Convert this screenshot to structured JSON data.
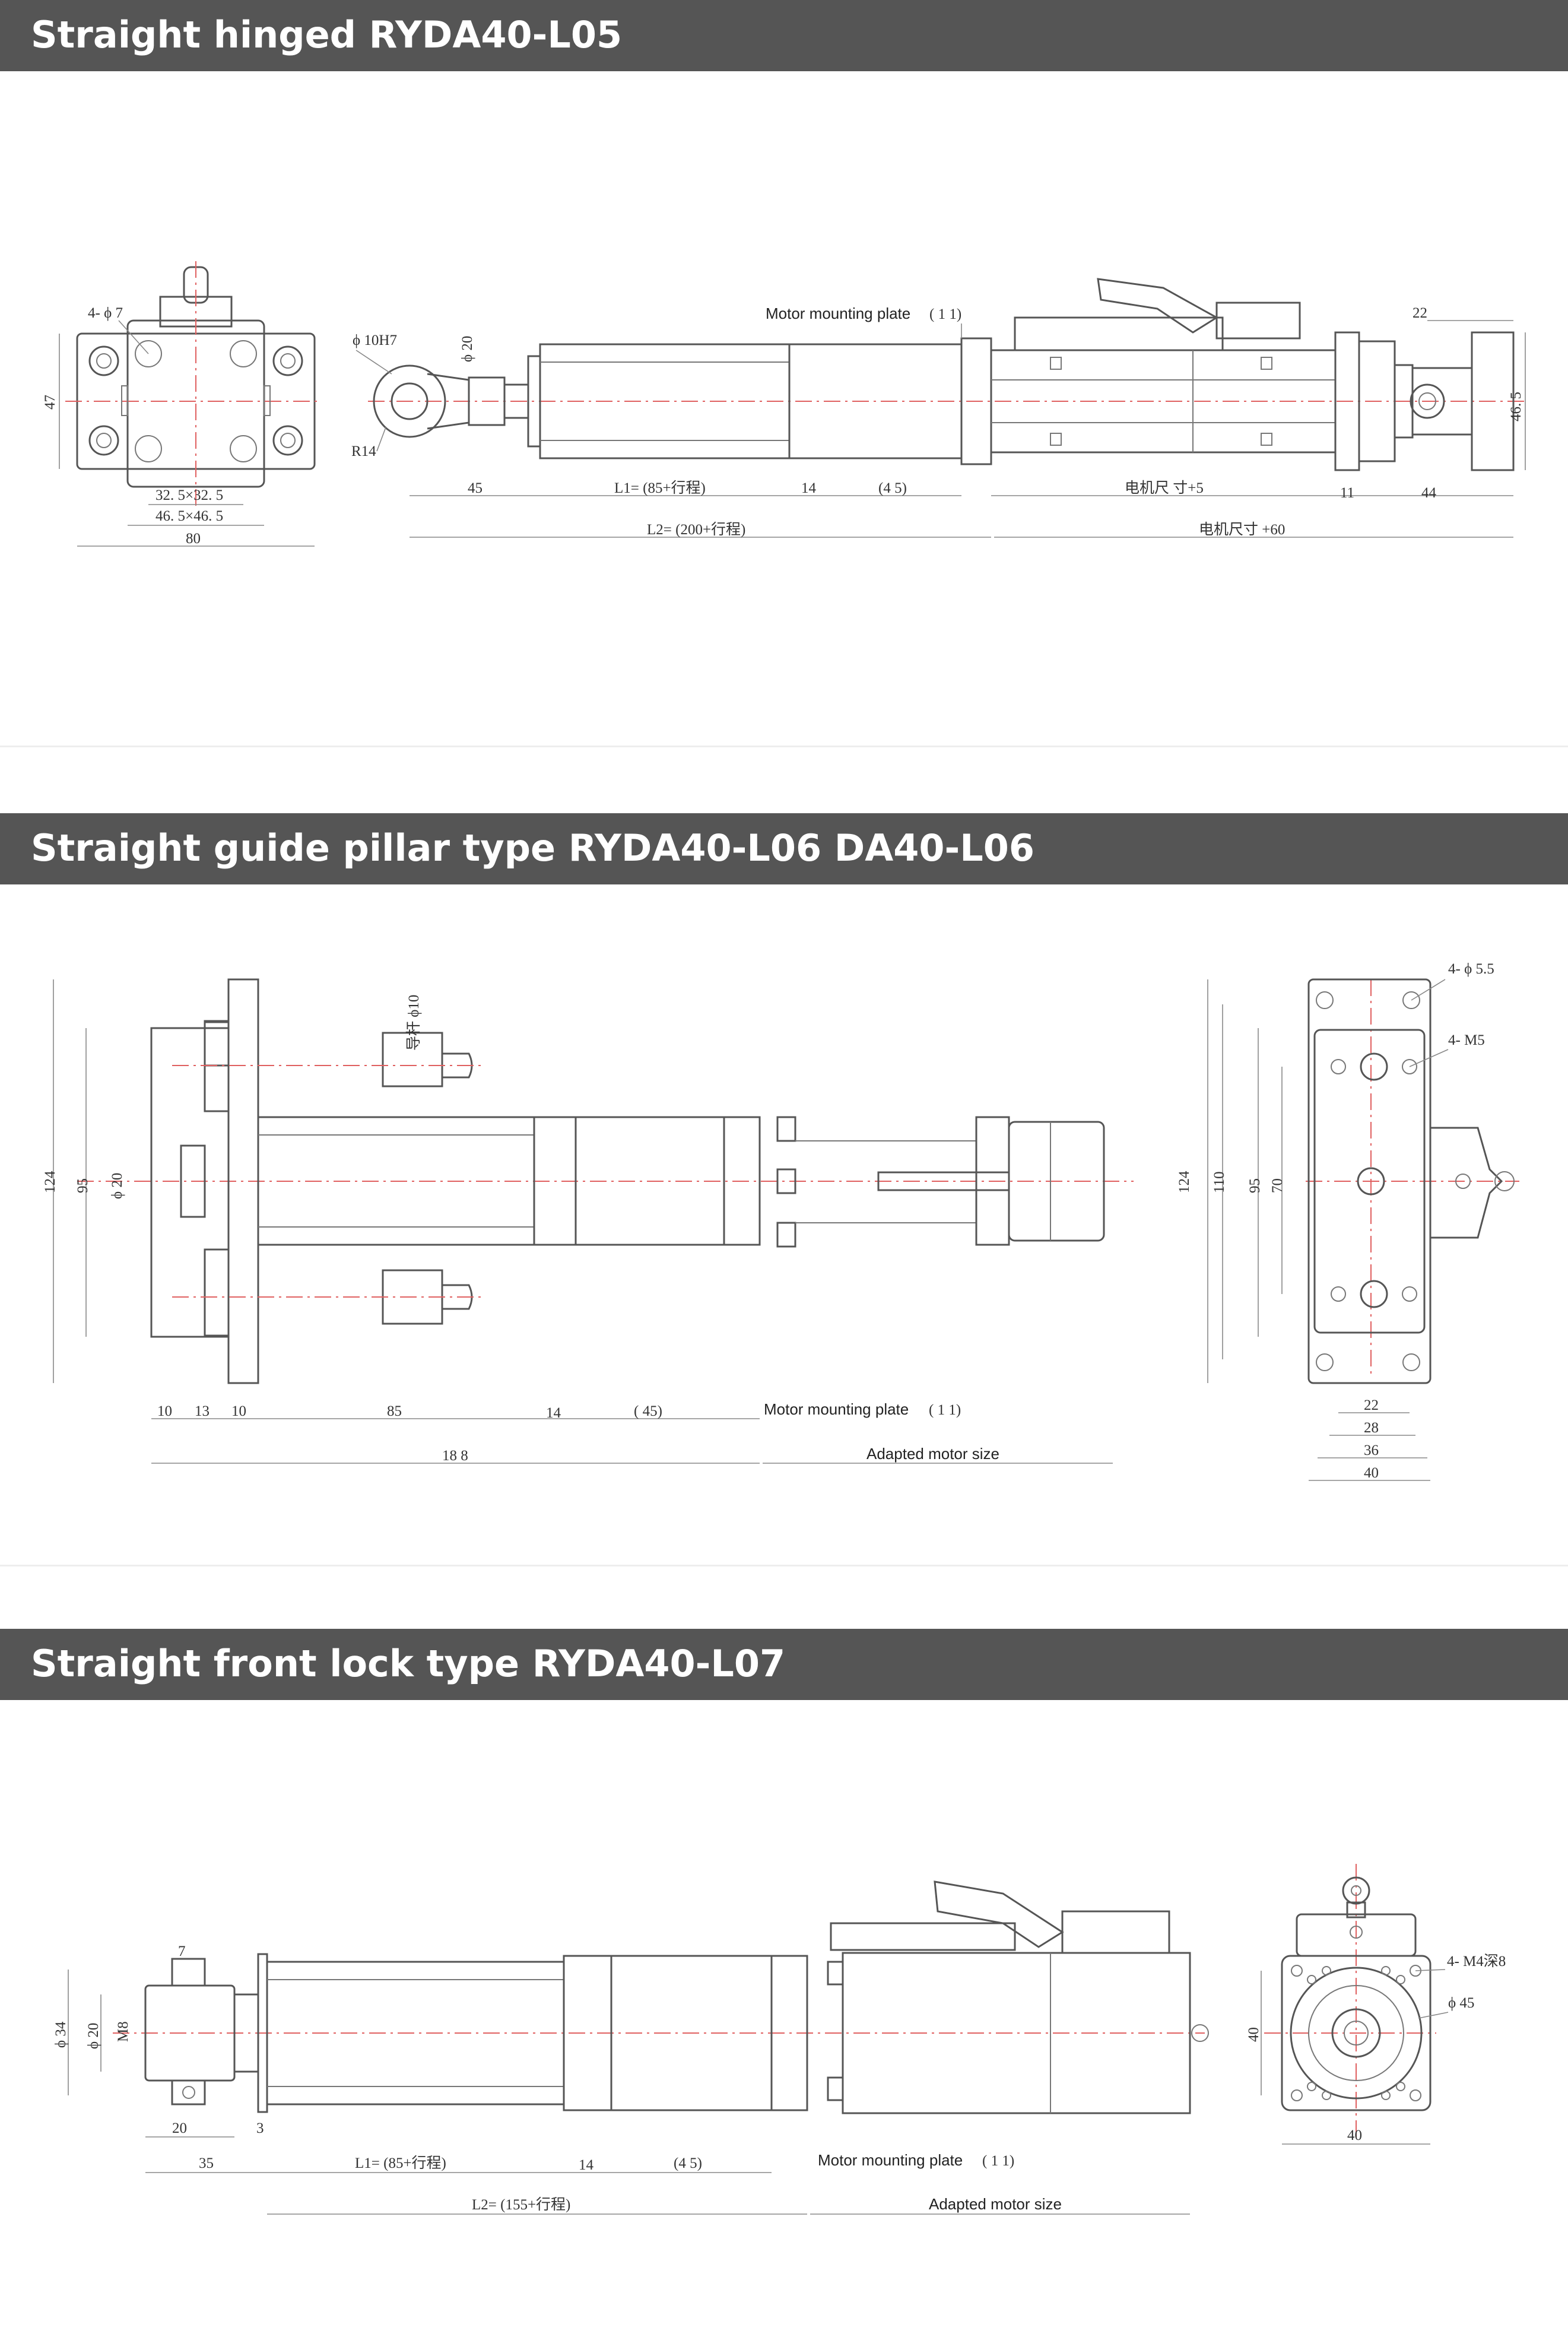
{
  "sections": [
    {
      "title": "Straight hinged RYDA40-L05",
      "labels": {
        "motor_plate": "Motor mounting plate",
        "motor_plate_val": "( 1 1)",
        "d_4phi7": "4- ϕ 7",
        "d_47": "47",
        "d_325": "32. 5×32. 5",
        "d_465": "46. 5×46. 5",
        "d_80": "80",
        "d_10h7": "ϕ 10H7",
        "d_phi20": "ϕ 20",
        "d_r14": "R14",
        "d_45": "45",
        "d_l1": "L1= (85+行程)",
        "d_14": "14",
        "d_45b": "(4 5)",
        "d_motor5": "电机尺 寸+5",
        "d_11": "11",
        "d_44": "44",
        "d_l2": "L2= (200+行程)",
        "d_motor60": "电机尺寸 +60",
        "d_22": "22",
        "d_465b": "46. 5"
      }
    },
    {
      "title": "Straight guide pillar type RYDA40-L06 DA40-L06",
      "labels": {
        "d_guide": "导杆 ϕ10",
        "d_124": "124",
        "d_95": "95",
        "d_phi20": "ϕ 20",
        "d_10a": "10",
        "d_13": "13",
        "d_10b": "10",
        "d_85": "85",
        "d_14": "14",
        "d_45": "( 45)",
        "motor_plate": "Motor mounting plate",
        "motor_plate_val": "( 1 1)",
        "d_188": "18 8",
        "adapted": "Adapted motor size",
        "d_4phi55": "4- ϕ 5.5",
        "d_4m5": "4- M5",
        "d_124b": "124",
        "d_110": "110",
        "d_95b": "95",
        "d_70": "70",
        "d_22": "22",
        "d_28": "28",
        "d_36": "36",
        "d_40": "40"
      }
    },
    {
      "title": "Straight front lock type RYDA40-L07",
      "labels": {
        "d_7": "7",
        "d_phi34": "ϕ 34",
        "d_phi20": "ϕ 20",
        "d_m8": "M8",
        "d_20": "20",
        "d_3": "3",
        "d_35": "35",
        "d_l1": "L1= (85+行程)",
        "d_14": "14",
        "d_45": "(4 5)",
        "motor_plate": "Motor mounting plate",
        "motor_plate_val": "( 1 1)",
        "d_l2": "L2= (155+行程)",
        "adapted": "Adapted motor size",
        "d_4m4": "4- M4深8",
        "d_phi45": "ϕ 45",
        "d_40": "40",
        "d_40b": "40"
      }
    }
  ]
}
